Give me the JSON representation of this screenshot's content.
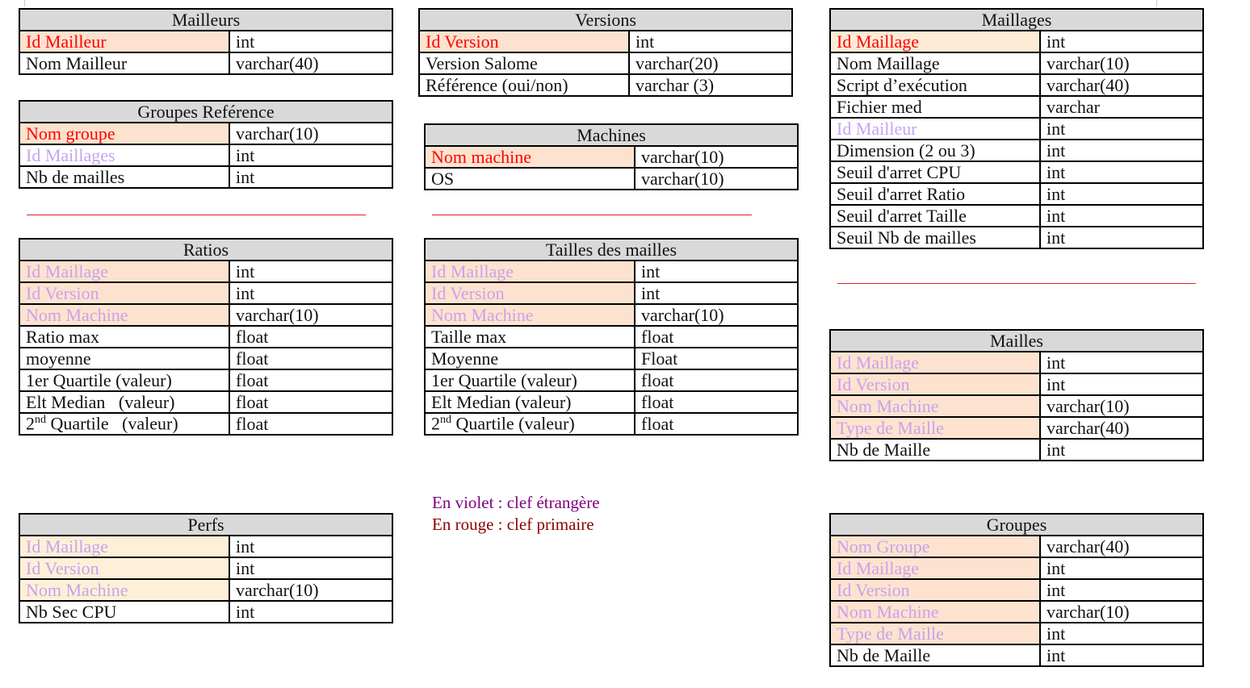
{
  "colors": {
    "primary_key_text": "#ff0000",
    "foreign_key_text": "#c8a2ee",
    "header_bg": "#d9d9d9",
    "key_cell_bg": "#fde3cf",
    "separator": "#e02020",
    "legend_violet": "#800080",
    "legend_red": "#8b0000"
  },
  "tables": {
    "mailleurs": {
      "title": "Mailleurs",
      "rows": [
        {
          "name": "Id Mailleur",
          "type": "int"
        },
        {
          "name": "Nom Mailleur",
          "type": "varchar(40)"
        }
      ]
    },
    "versions": {
      "title": "Versions",
      "rows": [
        {
          "name": "Id Version",
          "type": "int"
        },
        {
          "name": "Version Salome",
          "type": "varchar(20)"
        },
        {
          "name": "Référence (oui/non)",
          "type": "varchar (3)"
        }
      ]
    },
    "maillages": {
      "title": "Maillages",
      "rows": [
        {
          "name": "Id Maillage",
          "type": "int"
        },
        {
          "name": "Nom Maillage",
          "type": "varchar(10)"
        },
        {
          "name": "Script d’exécution",
          "type": "varchar(40)"
        },
        {
          "name": "Fichier med",
          "type": "varchar"
        },
        {
          "name": "Id Mailleur",
          "type": "int"
        },
        {
          "name": "Dimension (2 ou 3)",
          "type": "int"
        },
        {
          "name": "Seuil d'arret CPU",
          "type": "int"
        },
        {
          "name": "Seuil d'arret Ratio",
          "type": "int"
        },
        {
          "name": "Seuil d'arret Taille",
          "type": "int"
        },
        {
          "name": "Seuil Nb de mailles",
          "type": "int"
        }
      ]
    },
    "groupes_reference": {
      "title": "Groupes Reférence",
      "rows": [
        {
          "name": "Nom groupe",
          "type": "varchar(10)"
        },
        {
          "name": "Id Maillages",
          "type": "int"
        },
        {
          "name": "Nb de mailles",
          "type": "int"
        }
      ]
    },
    "machines": {
      "title": "Machines",
      "rows": [
        {
          "name": "Nom machine",
          "type": "varchar(10)"
        },
        {
          "name": "OS",
          "type": "varchar(10)"
        }
      ]
    },
    "ratios": {
      "title": "Ratios",
      "rows": [
        {
          "name": "Id Maillage",
          "type": "int"
        },
        {
          "name": "Id Version",
          "type": "int"
        },
        {
          "name": "Nom Machine",
          "type": "varchar(10)"
        },
        {
          "name": "Ratio max",
          "type": "float"
        },
        {
          "name": "moyenne",
          "type": "float"
        },
        {
          "name": "1er Quartile (valeur)",
          "type": "float"
        },
        {
          "name": "Elt Median   (valeur)",
          "type": "float"
        },
        {
          "name_pre": "2",
          "name_sup": "nd",
          "name_post": " Quartile   (valeur)",
          "type": "float"
        }
      ]
    },
    "tailles": {
      "title": "Tailles des mailles",
      "rows": [
        {
          "name": "Id Maillage",
          "type": "int"
        },
        {
          "name": "Id Version",
          "type": "int"
        },
        {
          "name": "Nom Machine",
          "type": "varchar(10)"
        },
        {
          "name": "Taille max",
          "type": "float"
        },
        {
          "name": "Moyenne",
          "type": "Float"
        },
        {
          "name": "1er Quartile (valeur)",
          "type": "float"
        },
        {
          "name": "Elt Median (valeur)",
          "type": "float"
        },
        {
          "name_pre": "2",
          "name_sup": "nd",
          "name_post": " Quartile (valeur)",
          "type": "float"
        }
      ]
    },
    "mailles": {
      "title": "Mailles",
      "rows": [
        {
          "name": "Id Maillage",
          "type": "int"
        },
        {
          "name": "Id Version",
          "type": "int"
        },
        {
          "name": "Nom Machine",
          "type": "varchar(10)"
        },
        {
          "name": "Type de Maille",
          "type": "varchar(40)"
        },
        {
          "name": "Nb de Maille",
          "type": "int"
        }
      ]
    },
    "perfs": {
      "title": "Perfs",
      "rows": [
        {
          "name": "Id Maillage",
          "type": "int"
        },
        {
          "name": "Id Version",
          "type": "int"
        },
        {
          "name": "Nom Machine",
          "type": "varchar(10)"
        },
        {
          "name": "Nb Sec CPU",
          "type": "int"
        }
      ]
    },
    "groupes": {
      "title": "Groupes",
      "rows": [
        {
          "name": "Nom Groupe",
          "type": "varchar(40)"
        },
        {
          "name": "Id Maillage",
          "type": "int"
        },
        {
          "name": "Id Version",
          "type": "int"
        },
        {
          "name": "Nom Machine",
          "type": "varchar(10)"
        },
        {
          "name": "Type de Maille",
          "type": "int"
        },
        {
          "name": "Nb de Maille",
          "type": "int"
        }
      ]
    }
  },
  "legend": {
    "violet": "En violet : clef étrangère",
    "red": "En rouge : clef primaire"
  }
}
